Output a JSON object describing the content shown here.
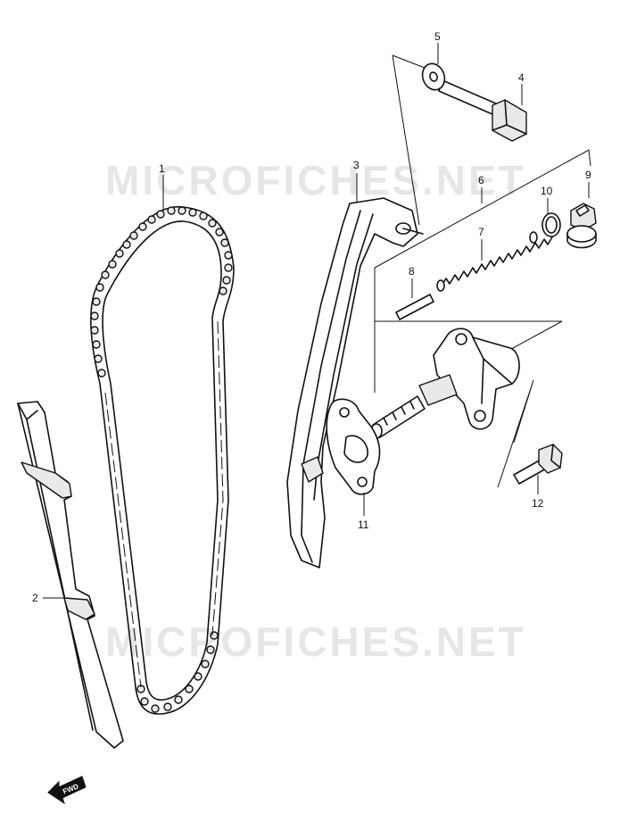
{
  "watermarks": [
    "MICROFICHES.NET",
    "MICROFICHES.NET"
  ],
  "direction_badge": "FWD",
  "callouts": [
    {
      "label": "1"
    },
    {
      "label": "2"
    },
    {
      "label": "3"
    },
    {
      "label": "4"
    },
    {
      "label": "5"
    },
    {
      "label": "6"
    },
    {
      "label": "7"
    },
    {
      "label": "8"
    },
    {
      "label": "9"
    },
    {
      "label": "10"
    },
    {
      "label": "11"
    },
    {
      "label": "12"
    }
  ]
}
